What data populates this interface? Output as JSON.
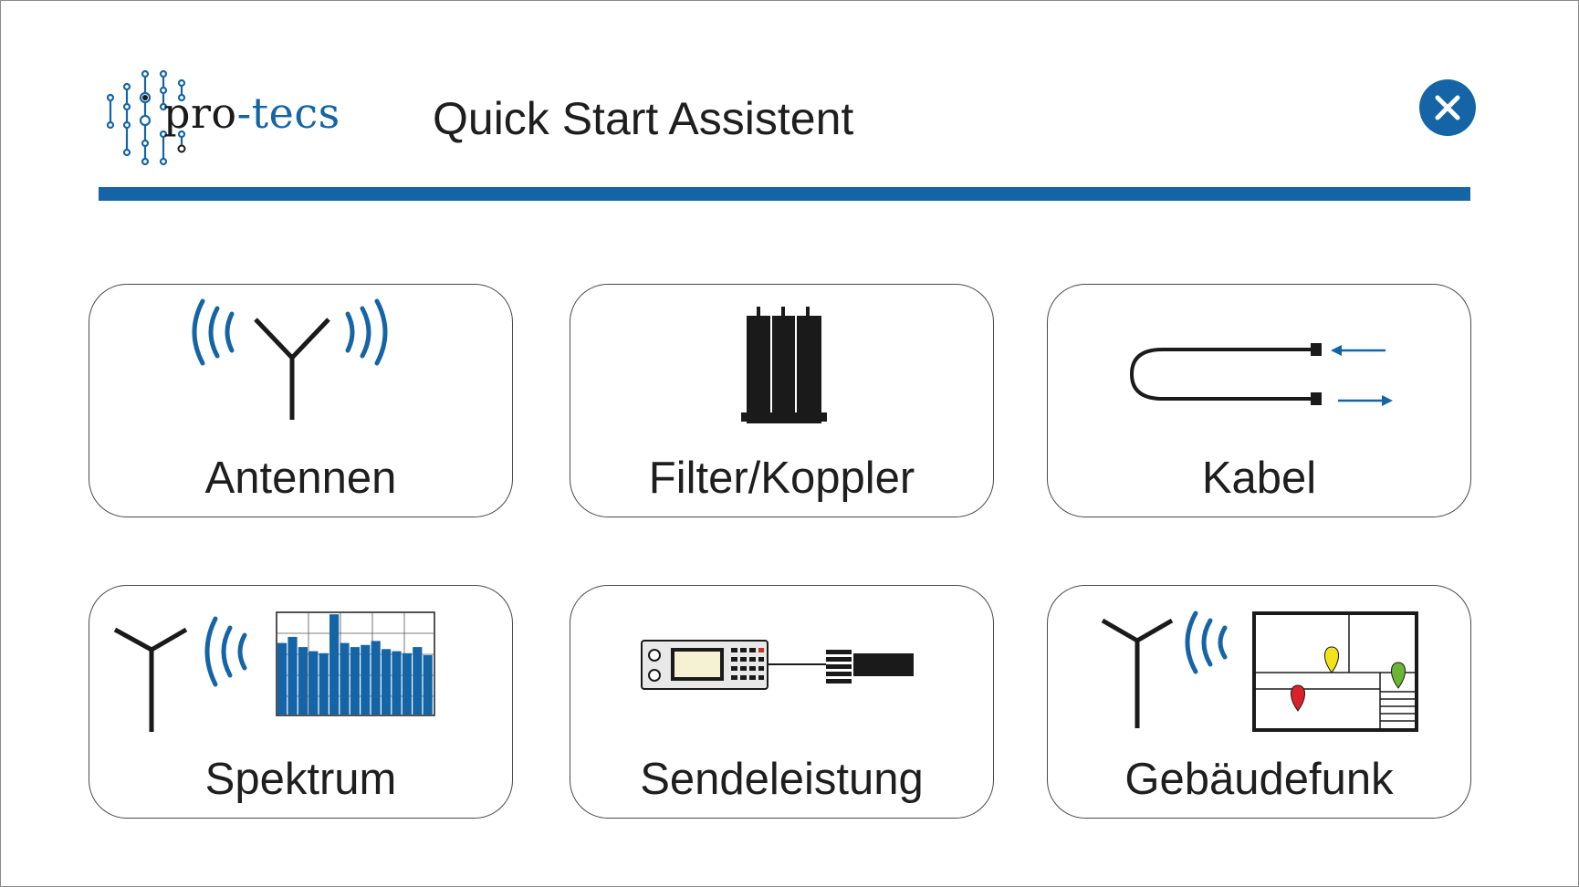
{
  "brand": {
    "logo_pre": "pro",
    "logo_post": "-tecs",
    "accent": "#1565a6"
  },
  "header": {
    "title": "Quick Start Assistent",
    "close_icon": "close-icon"
  },
  "tiles": [
    {
      "label": "Antennen",
      "icon": "antenna-icon"
    },
    {
      "label": "Filter/Koppler",
      "icon": "filter-icon"
    },
    {
      "label": "Kabel",
      "icon": "cable-icon"
    },
    {
      "label": "Spektrum",
      "icon": "spectrum-icon"
    },
    {
      "label": "Sendeleistung",
      "icon": "power-meter-icon"
    },
    {
      "label": "Gebäudefunk",
      "icon": "building-radio-icon"
    }
  ],
  "colors": {
    "accent": "#1565a6",
    "marker_yellow": "#f2e21a",
    "marker_green": "#6ab533",
    "marker_red": "#d9232a"
  }
}
